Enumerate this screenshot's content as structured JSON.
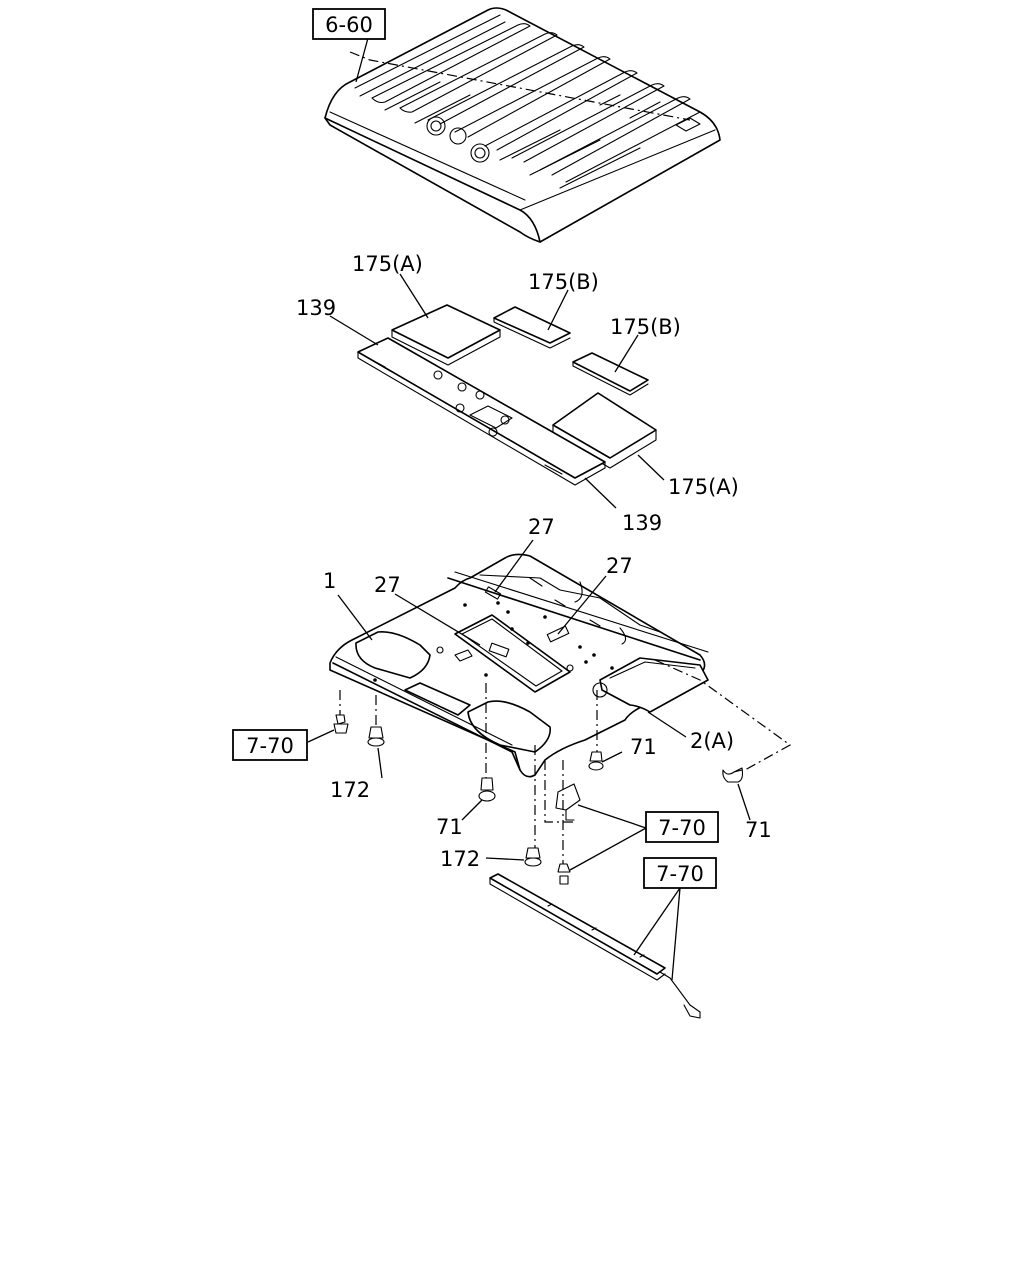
{
  "references": {
    "ref_top": "6-60",
    "ref_left": "7-70",
    "ref_mid": "7-70",
    "ref_low": "7-70"
  },
  "callouts": {
    "c175a_top": "175(A)",
    "c175b_top": "175(B)",
    "c175b_mid": "175(B)",
    "c139_top": "139",
    "c175a_bot": "175(A)",
    "c139_bot": "139",
    "c27_top": "27",
    "c27_right": "27",
    "c27_left": "27",
    "c1": "1",
    "c2a": "2(A)",
    "c71_right": "71",
    "c71_mid": "71",
    "c71_far": "71",
    "c172_left": "172",
    "c172_bot": "172"
  }
}
